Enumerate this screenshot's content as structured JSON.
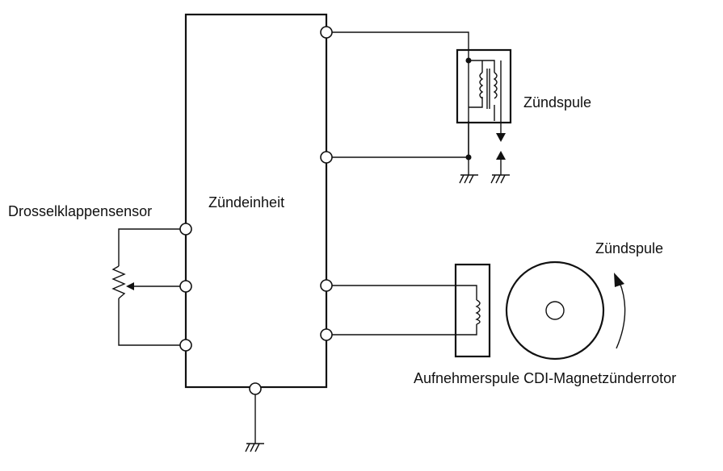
{
  "labels": {
    "ignition_unit": "Zündeinheit",
    "ignition_coil": "Zündspule",
    "ignition_coil_rotor": "Zündspule",
    "throttle_sensor": "Drosselklappensensor",
    "pickup_rotor": "Aufnehmerspule CDI-Magnetzünderrotor"
  }
}
